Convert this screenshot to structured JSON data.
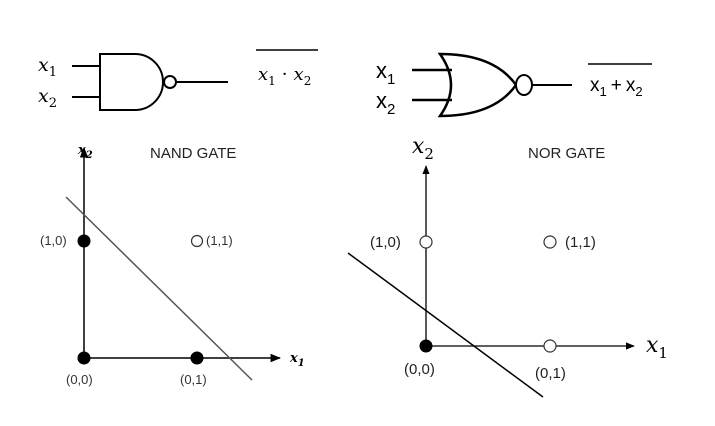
{
  "nand": {
    "gate": {
      "input1": {
        "var": "x",
        "sub": "1"
      },
      "input2": {
        "var": "x",
        "sub": "2"
      },
      "output": {
        "var1": "x",
        "sub1": "1",
        "op": "·",
        "var2": "x",
        "sub2": "2"
      }
    },
    "title": "NAND GATE",
    "plot": {
      "x_axis": {
        "var": "x",
        "sub": "1"
      },
      "y_axis": {
        "var": "x",
        "sub": "2"
      },
      "points": [
        {
          "label": "(0,0)",
          "filled": true
        },
        {
          "label": "(0,1)",
          "filled": true
        },
        {
          "label": "(1,0)",
          "filled": true
        },
        {
          "label": "(1,1)",
          "filled": false
        }
      ]
    }
  },
  "nor": {
    "gate": {
      "input1": {
        "var": "x",
        "sub": "1"
      },
      "input2": {
        "var": "x",
        "sub": "2"
      },
      "output": {
        "var1": "x",
        "sub1": "1",
        "op": "+",
        "var2": "x",
        "sub2": "2"
      }
    },
    "title": "NOR GATE",
    "plot": {
      "x_axis": {
        "var": "x",
        "sub": "1"
      },
      "y_axis": {
        "var": "x",
        "sub": "2"
      },
      "points": [
        {
          "label": "(0,0)",
          "filled": true
        },
        {
          "label": "(0,1)",
          "filled": false
        },
        {
          "label": "(1,0)",
          "filled": false
        },
        {
          "label": "(1,1)",
          "filled": false
        }
      ]
    }
  }
}
